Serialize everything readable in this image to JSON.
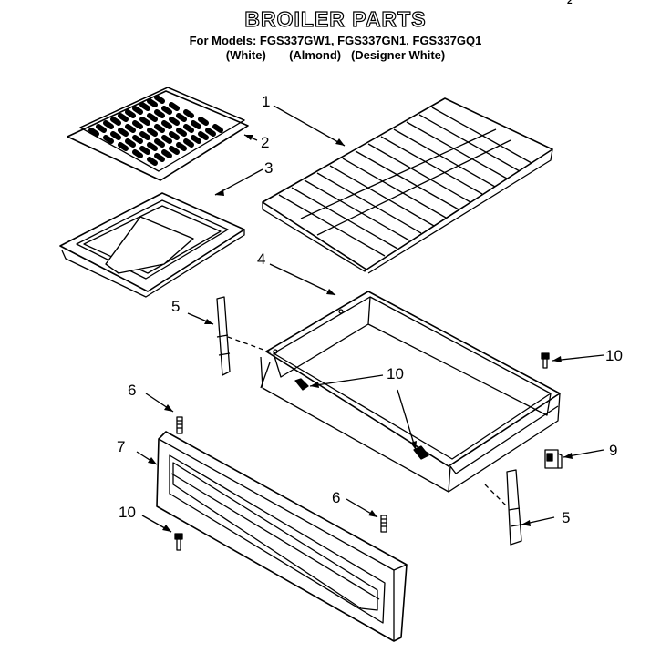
{
  "header": {
    "title": "BROILER PARTS",
    "models": "For Models: FGS337GW1, FGS337GN1, FGS337GQ1",
    "colors": "(White)       (Almond)   (Designer White)",
    "corner_left": "“",
    "corner_right": "2"
  },
  "callouts": {
    "c1": "1",
    "c2": "2",
    "c3": "3",
    "c4": "4",
    "c5a": "5",
    "c5b": "5",
    "c6a": "6",
    "c6b": "6",
    "c7": "7",
    "c9": "9",
    "c10a": "10",
    "c10b": "10",
    "c10c": "10"
  }
}
